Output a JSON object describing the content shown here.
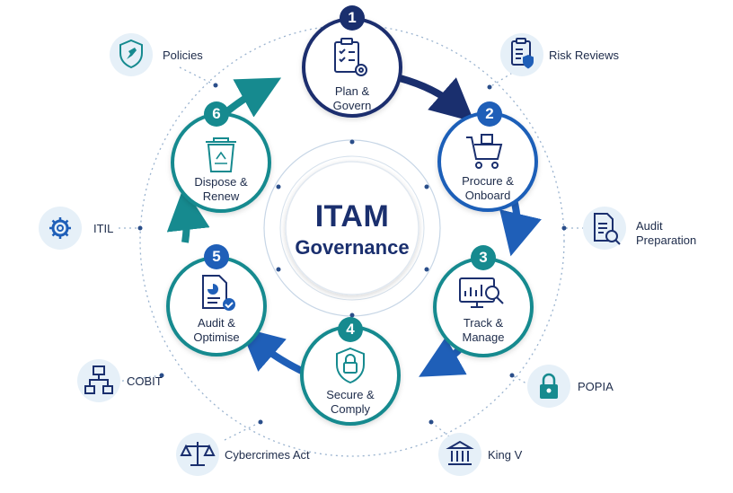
{
  "center": {
    "title": "ITAM",
    "subtitle": "Governance"
  },
  "steps": [
    {
      "number": "1",
      "label_line1": "Plan &",
      "label_line2": "Govern",
      "icon": "clipboard-gear-icon"
    },
    {
      "number": "2",
      "label_line1": "Procure &",
      "label_line2": "Onboard",
      "icon": "shopping-cart-icon"
    },
    {
      "number": "3",
      "label_line1": "Track &",
      "label_line2": "Manage",
      "icon": "monitor-chart-magnifier-icon"
    },
    {
      "number": "4",
      "label_line1": "Secure &",
      "label_line2": "Comply",
      "icon": "shield-lock-icon"
    },
    {
      "number": "5",
      "label_line1": "Audit &",
      "label_line2": "Optimise",
      "icon": "document-check-icon"
    },
    {
      "number": "6",
      "label_line1": "Dispose &",
      "label_line2": "Renew",
      "icon": "recycle-bin-icon"
    }
  ],
  "frameworks": [
    {
      "label": "Policies",
      "icon": "shield-pin-icon"
    },
    {
      "label": "Risk Reviews",
      "icon": "clipboard-shield-icon"
    },
    {
      "label_line1": "Audit",
      "label_line2": "Preparation",
      "icon": "document-search-icon"
    },
    {
      "label": "POPIA",
      "icon": "padlock-icon"
    },
    {
      "label": "King V",
      "icon": "institution-icon"
    },
    {
      "label": "Cybercrimes Act",
      "icon": "scales-icon"
    },
    {
      "label": "COBIT",
      "icon": "hierarchy-icon"
    },
    {
      "label": "ITIL",
      "icon": "gear-icon"
    }
  ],
  "colors": {
    "navy": "#1a2f6e",
    "blue": "#1f5fb8",
    "teal": "#168a8f",
    "light_blue_bg": "#e6f0f8",
    "text": "#1d2b4a"
  }
}
